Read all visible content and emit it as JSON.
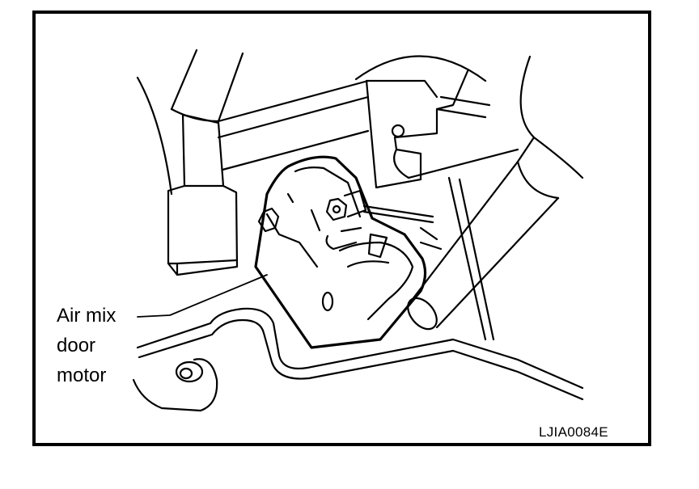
{
  "diagram": {
    "callout_lines": [
      "Air mix",
      "door",
      "motor"
    ],
    "figure_code": "LJIA0084E",
    "colors": {
      "ink": "#000000",
      "paper": "#ffffff"
    }
  }
}
